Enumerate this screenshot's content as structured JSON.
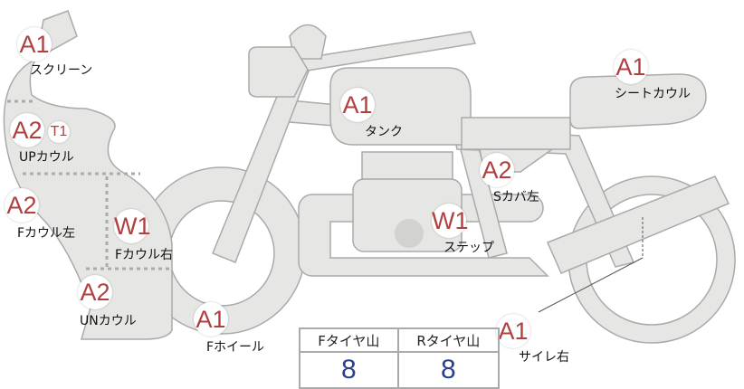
{
  "parts": [
    {
      "id": "screen",
      "grade": "A1",
      "label": "スクリーン"
    },
    {
      "id": "up-cowl",
      "grade": "A2",
      "extra": "T1",
      "label": "UPカウル"
    },
    {
      "id": "f-cowl-left",
      "grade": "A2",
      "label": "Fカウル左"
    },
    {
      "id": "f-cowl-right",
      "grade": "W1",
      "label": "Fカウル右"
    },
    {
      "id": "un-cowl",
      "grade": "A2",
      "label": "UNカウル"
    },
    {
      "id": "f-wheel",
      "grade": "A1",
      "label": "Fホイール"
    },
    {
      "id": "tank",
      "grade": "A1",
      "label": "タンク"
    },
    {
      "id": "s-cover-left",
      "grade": "A2",
      "label": "Sカバ左"
    },
    {
      "id": "step",
      "grade": "W1",
      "label": "ステップ"
    },
    {
      "id": "seat-cowl",
      "grade": "A1",
      "label": "シートカウル"
    },
    {
      "id": "silencer-right",
      "grade": "A1",
      "label": "サイレ右"
    }
  ],
  "tires": {
    "front_label": "Fタイヤ山",
    "rear_label": "Rタイヤ山",
    "front_value": "8",
    "rear_value": "8"
  },
  "colors": {
    "grade": "#b04040",
    "tire_value": "#2b3f8c",
    "body": "#e6e6e4"
  }
}
